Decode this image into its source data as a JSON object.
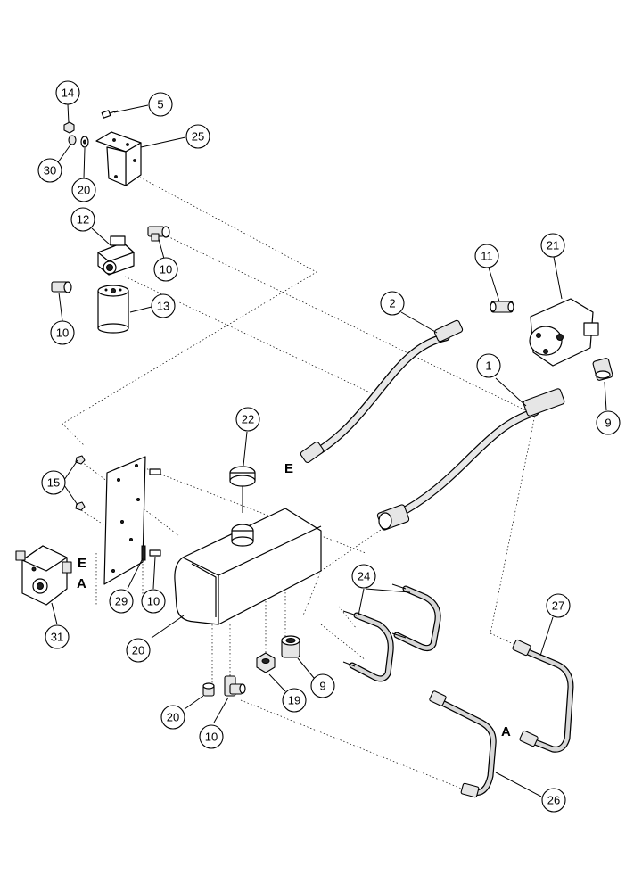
{
  "callouts": [
    "14",
    "5",
    "25",
    "30",
    "20",
    "12",
    "10",
    "10",
    "13",
    "11",
    "21",
    "2",
    "1",
    "9",
    "22",
    "15",
    "29",
    "10",
    "31",
    "20",
    "24",
    "27",
    "20",
    "19",
    "9",
    "10",
    "26"
  ],
  "letters": [
    "E",
    "E",
    "A",
    "A"
  ]
}
